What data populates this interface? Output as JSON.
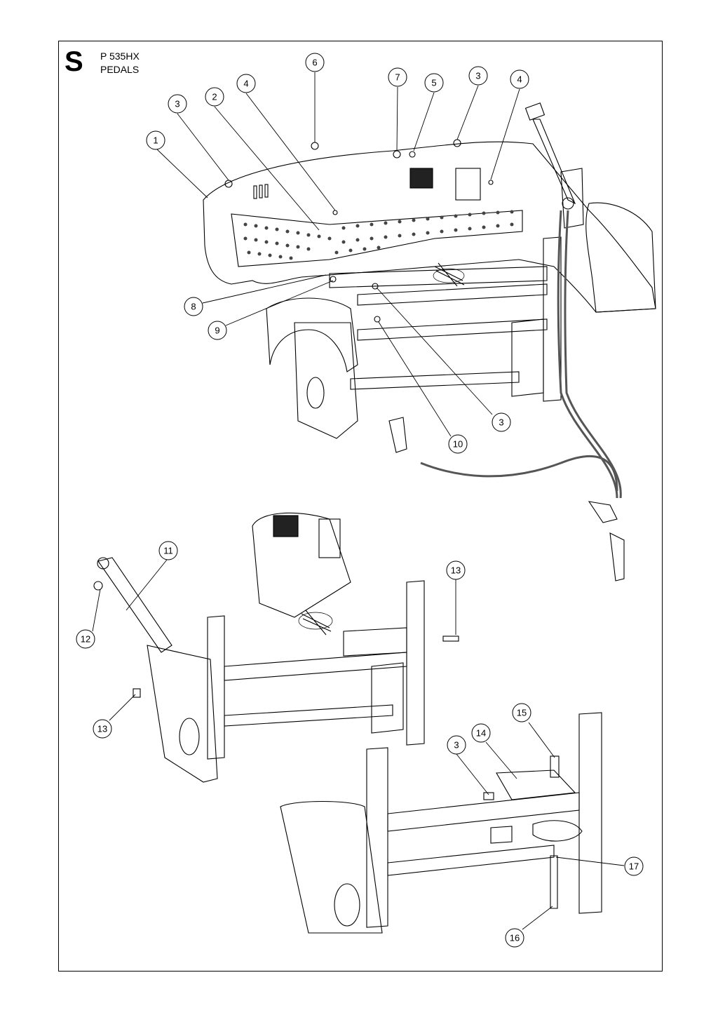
{
  "header": {
    "section": "S",
    "model": "P 535HX",
    "title": "PEDALS"
  },
  "callouts": [
    "1",
    "2",
    "3",
    "4",
    "5",
    "6",
    "7",
    "8",
    "9",
    "10",
    "11",
    "12",
    "13",
    "14",
    "15",
    "16",
    "17"
  ]
}
